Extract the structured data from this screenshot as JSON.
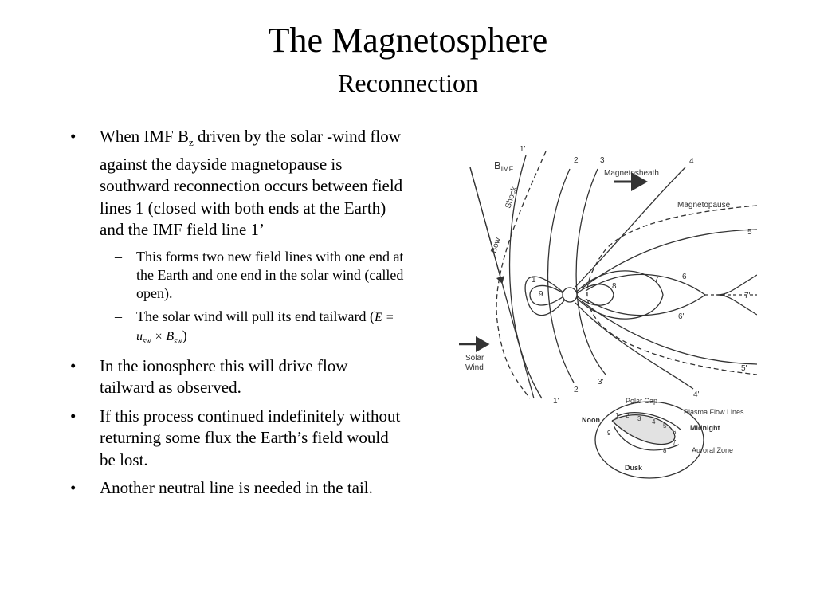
{
  "slide": {
    "title": "The Magnetosphere",
    "subtitle": "Reconnection"
  },
  "bullets": {
    "b1_pre": "When IMF B",
    "b1_sub": "z",
    "b1_post": " driven by the solar -wind flow against the dayside magnetopause is southward reconnection occurs between field lines 1 (closed with both ends at the Earth)  and the IMF field line 1’",
    "b1_s1": "This forms two new field lines with one end at the Earth and one end in the solar wind (called open).",
    "b1_s2_pre": "The solar wind will pull its end tailward (",
    "b1_s2_post": ")",
    "eq_E": "E",
    "eq_eq": " = ",
    "eq_u": "u",
    "eq_usub": "sw",
    "eq_x": " × ",
    "eq_B": "B",
    "eq_bsub": "sw",
    "b2": "In the ionosphere this will drive flow tailward as observed.",
    "b3": "If this process continued indefinitely without returning some flux the Earth’s field would be lost.",
    "b4": "Another neutral line is needed in the tail.",
    "bullet_mark": "•",
    "dash_mark": "–"
  },
  "figure": {
    "bimf": "B",
    "bimf_sub": "IMF",
    "magnetosheath": "Magnetosheath",
    "magnetopause": "Magnetopause",
    "bow": "Bow",
    "shock": "Shock",
    "solar": "Solar",
    "wind": "Wind",
    "line_labels": [
      "1'",
      "2",
      "3",
      "4",
      "5",
      "6",
      "7",
      "8",
      "9",
      "1",
      "7'",
      "6'",
      "5'",
      "4'",
      "3'",
      "2'",
      "1'"
    ],
    "polar_cap": "Polar Cap",
    "plasma_flow_lines": "Plasma Flow Lines",
    "noon": "Noon",
    "midnight": "Midnight",
    "auroral_zone": "Auroral Zone",
    "dusk": "Dusk",
    "iono_labels": [
      "1",
      "2",
      "3",
      "4",
      "5",
      "6",
      "7",
      "8",
      "9"
    ]
  }
}
